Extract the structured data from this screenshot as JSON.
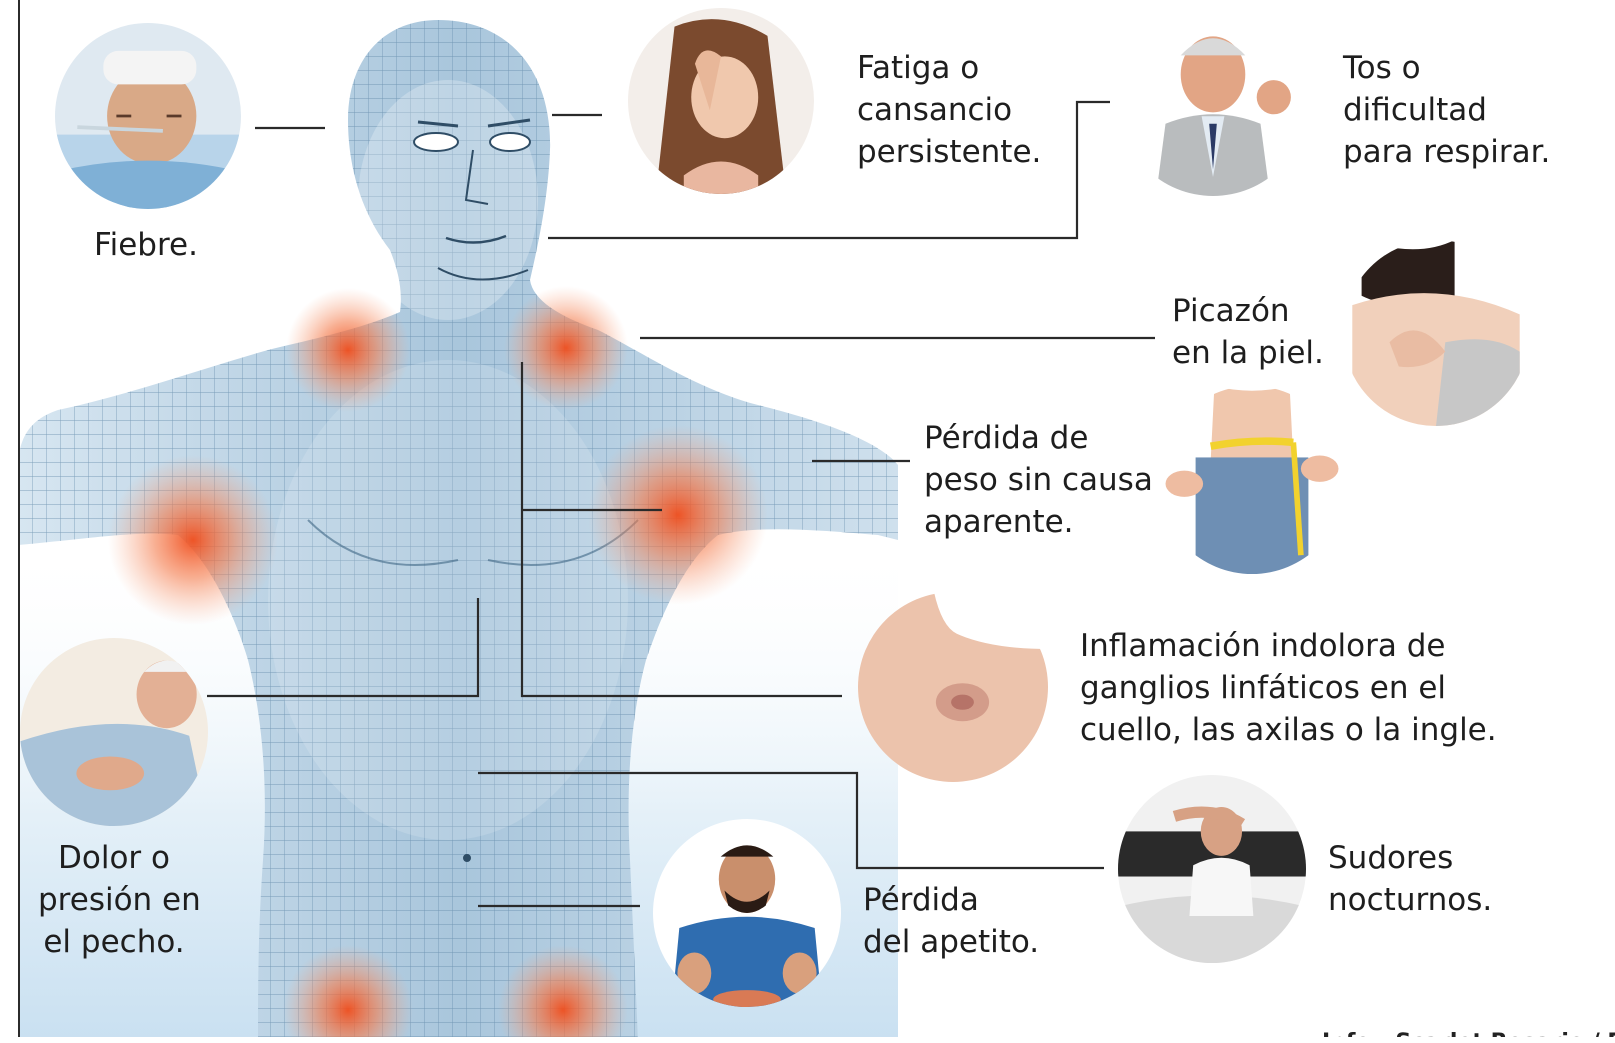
{
  "symptoms": {
    "fever": [
      "Fiebre."
    ],
    "fatigue": [
      "Fatiga o",
      "cansancio",
      "persistente."
    ],
    "cough": [
      "Tos o",
      "dificultad",
      "para respirar."
    ],
    "itch": [
      "Picazón",
      "en la piel."
    ],
    "weight": [
      "Pérdida de",
      "peso sin causa",
      "aparente."
    ],
    "lymph": [
      "Inflamación indolora de",
      "ganglios linfáticos en el",
      "cuello, las axilas o la ingle."
    ],
    "chest": [
      "Dolor o",
      "presión en",
      "el pecho."
    ],
    "sweats": [
      "Sudores",
      "nocturnos."
    ],
    "appetite": [
      "Pérdida",
      "del apetito."
    ]
  },
  "credit": "Info.: Scarlet Rosario / El Día",
  "colors": {
    "line": "#2a2a2a",
    "mesh_body": "#b9d3e6",
    "mesh_line": "#5f86a6",
    "hotspot": "#f26a3c",
    "skin": "#e8c2a8",
    "background_blue": "#d6e8f5"
  },
  "icons": {
    "fever": "man-with-thermometer-photo",
    "fatigue": "tired-woman-photo",
    "cough": "coughing-man-photo",
    "itch": "scratching-shoulder-photo",
    "weight": "measuring-waist-photo",
    "lymph": "swollen-lymph-node-photo",
    "chest": "chest-pain-man-photo",
    "sweats": "night-sweats-man-photo",
    "appetite": "refusing-food-man-photo"
  }
}
